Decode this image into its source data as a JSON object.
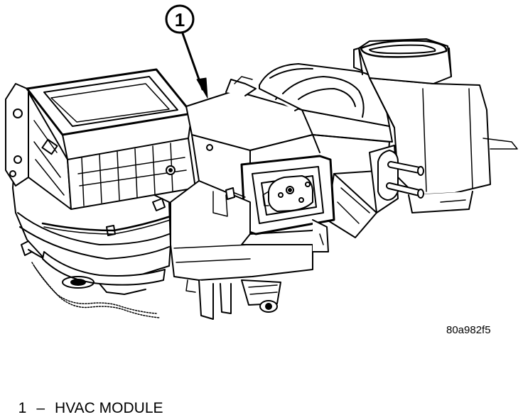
{
  "callout": {
    "number": "1"
  },
  "figure_code": "80a982f5",
  "legend": {
    "number": "1",
    "separator": "–",
    "label": "HVAC MODULE"
  },
  "colors": {
    "ink": "#000000",
    "paper": "#ffffff"
  }
}
